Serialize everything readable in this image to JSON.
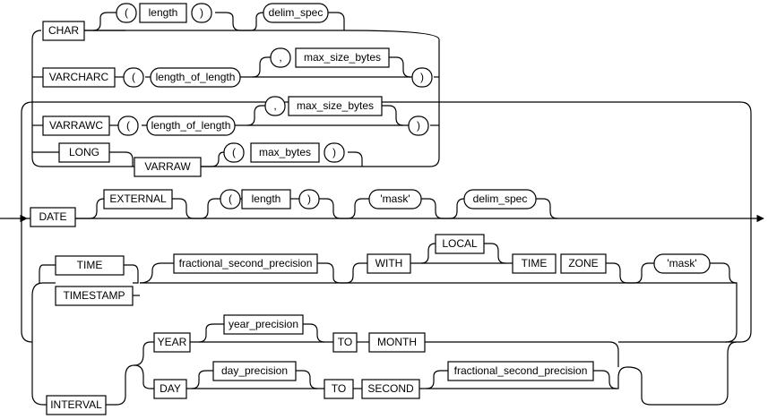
{
  "keywords": {
    "char": "CHAR",
    "varcharc": "VARCHARC",
    "varrawc": "VARRAWC",
    "long": "LONG",
    "varraw": "VARRAW",
    "date": "DATE",
    "external": "EXTERNAL",
    "time": "TIME",
    "timestamp": "TIMESTAMP",
    "with": "WITH",
    "local": "LOCAL",
    "time2": "TIME",
    "zone": "ZONE",
    "interval": "INTERVAL",
    "year": "YEAR",
    "to1": "TO",
    "month": "MONTH",
    "day": "DAY",
    "to2": "TO",
    "second": "SECOND"
  },
  "params": {
    "length1": "length",
    "delim_spec1": "delim_spec",
    "length_of_length1": "length_of_length",
    "max_size_bytes1": "max_size_bytes",
    "length_of_length2": "length_of_length",
    "max_size_bytes2": "max_size_bytes",
    "max_bytes": "max_bytes",
    "length2": "length",
    "mask1": "'mask'",
    "delim_spec2": "delim_spec",
    "fractional_second_precision1": "fractional_second_precision",
    "mask2": "'mask'",
    "year_precision": "year_precision",
    "day_precision": "day_precision",
    "fractional_second_precision2": "fractional_second_precision"
  },
  "symbols": {
    "lp1": "(",
    "rp1": ")",
    "lp2": "(",
    "comma1": ",",
    "rp2": ")",
    "lp3": "(",
    "comma2": ",",
    "rp3": ")",
    "lp4": "(",
    "rp4": ")",
    "lp5": "(",
    "rp5": ")"
  }
}
